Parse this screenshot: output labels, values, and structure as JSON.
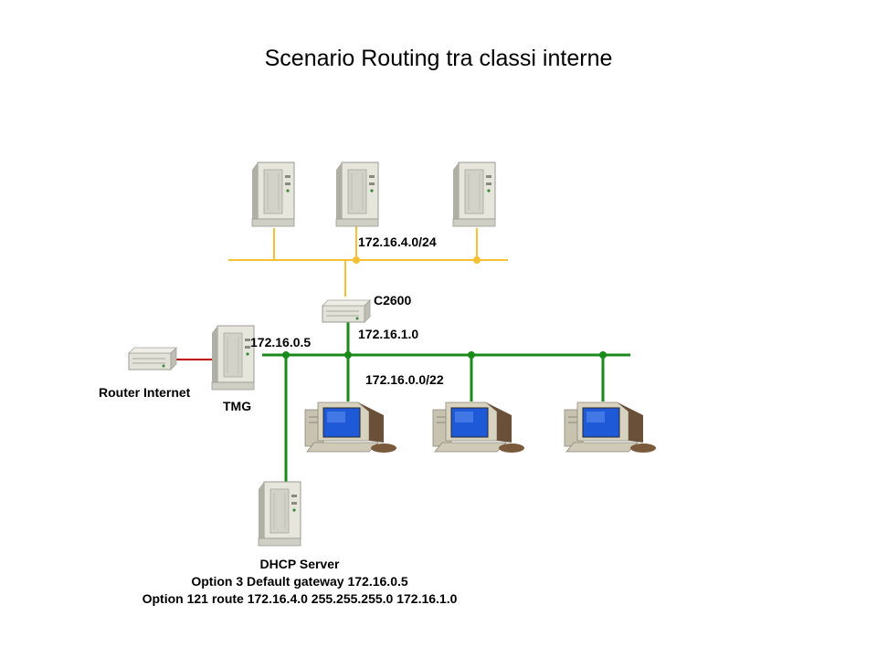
{
  "title": "Scenario Routing tra classi interne",
  "colors": {
    "upper_lan": "#F5C032",
    "lower_lan": "#1A8A1A",
    "internet_link": "#C00000",
    "server_body": "#E4E4DA",
    "monitor_screen": "#1E5AD8",
    "monitor_body": "#D8D2C0"
  },
  "icons": {
    "server": "tower-server-icon",
    "router": "router-icon",
    "workstation": "desktop-computer-icon"
  },
  "networks": {
    "upper_subnet": "172.16.4.0/24",
    "lower_subnet": "172.16.0.0/22"
  },
  "router_c2600": {
    "name": "C2600",
    "address": "172.16.1.0"
  },
  "tmg": {
    "name": "TMG",
    "address": "172.16.0.5"
  },
  "internet_router": {
    "name": "Router Internet"
  },
  "dhcp": {
    "name": "DHCP Server",
    "option3": "Option 3 Default gateway 172.16.0.5",
    "option121": "Option 121 route 172.16.4.0 255.255.255.0 172.16.1.0"
  }
}
